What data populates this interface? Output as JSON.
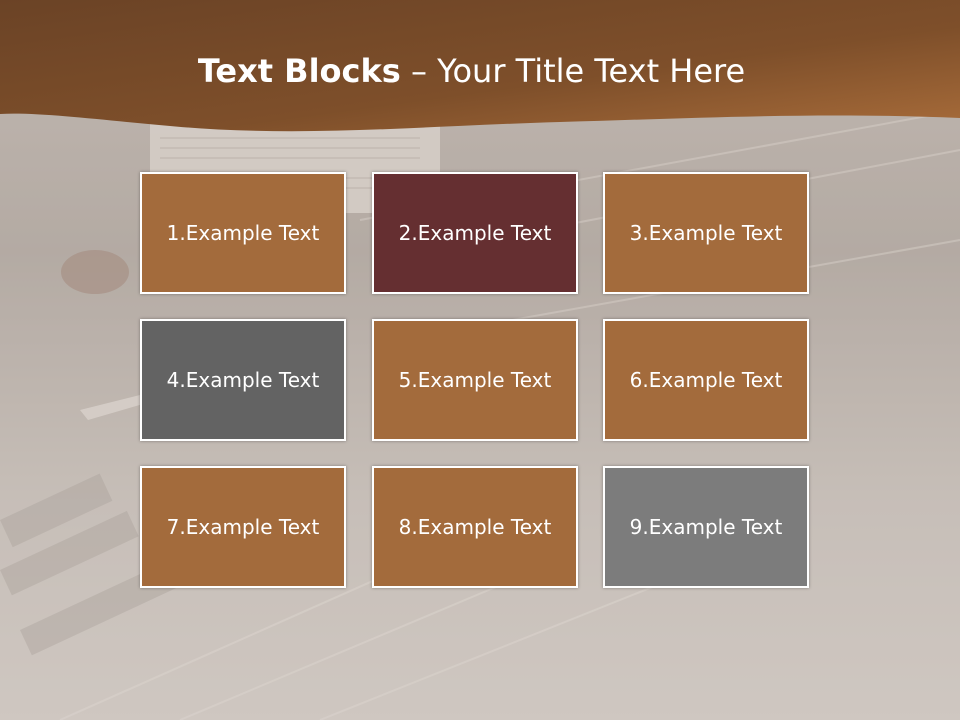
{
  "slide": {
    "title_bold": "Text Blocks",
    "title_separator": " – ",
    "title_rest": "Your Title Text Here"
  },
  "colors": {
    "header_brown": "#7a4a25",
    "block_brown": "#a36b3c",
    "block_maroon": "#652f31",
    "block_dark_gray": "#636363",
    "block_gray": "#7c7c7c"
  },
  "blocks": [
    {
      "label": "1.Example Text",
      "color": "#a36b3c"
    },
    {
      "label": "2.Example Text",
      "color": "#652f31"
    },
    {
      "label": "3.Example Text",
      "color": "#a36b3c"
    },
    {
      "label": "4.Example Text",
      "color": "#636363"
    },
    {
      "label": "5.Example Text",
      "color": "#a36b3c"
    },
    {
      "label": "6.Example Text",
      "color": "#a36b3c"
    },
    {
      "label": "7.Example Text",
      "color": "#a36b3c"
    },
    {
      "label": "8.Example Text",
      "color": "#a36b3c"
    },
    {
      "label": "9.Example Text",
      "color": "#7c7c7c"
    }
  ]
}
